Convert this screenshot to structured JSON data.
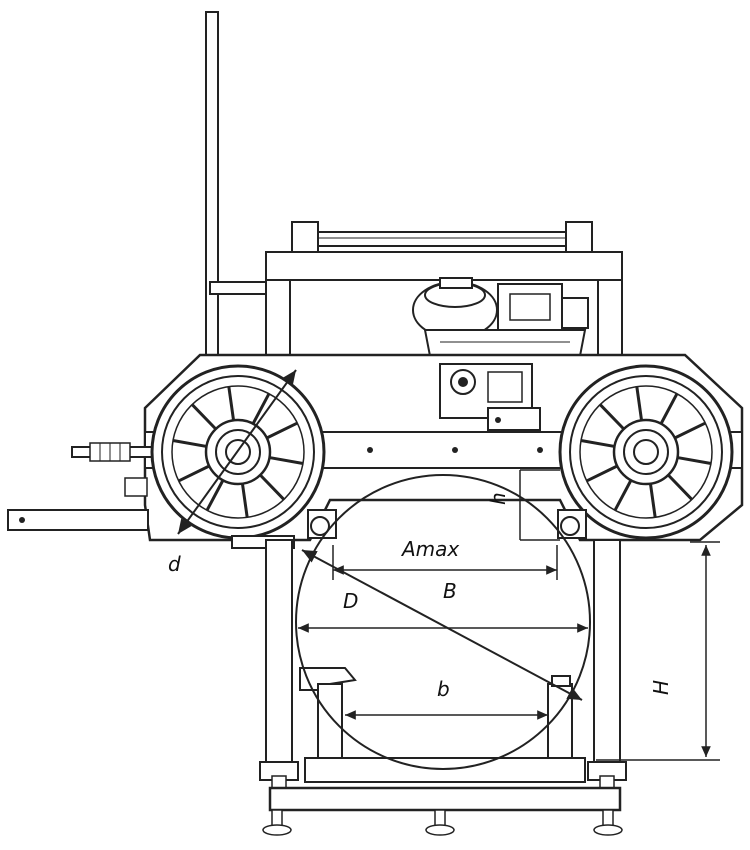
{
  "labels": {
    "d": "d",
    "h": "h",
    "Amax": "Amax",
    "D": "D",
    "B": "B",
    "b": "b",
    "H": "H"
  },
  "colors": {
    "ink": "#222222",
    "paper": "#ffffff"
  }
}
